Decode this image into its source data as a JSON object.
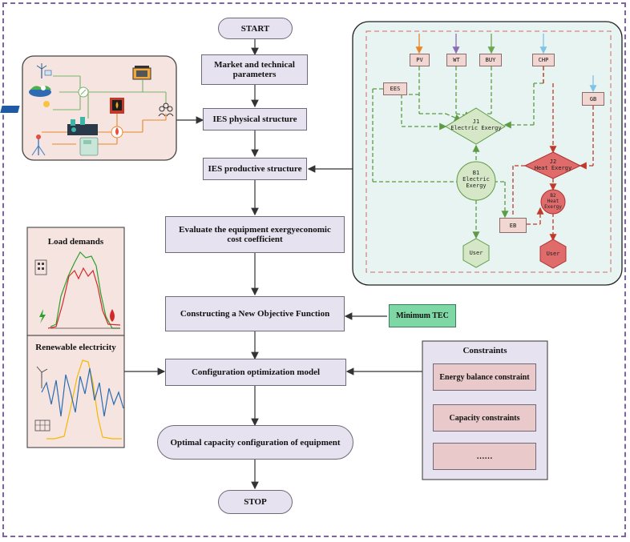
{
  "flow": {
    "start": "START",
    "market": "Market and technical parameters",
    "physical": "IES physical structure",
    "productive": "IES productive structure",
    "evaluate": "Evaluate the equipment exergyeconomic cost coefficient",
    "objective": "Constructing a New Objective Function",
    "config": "Configuration optimization model",
    "optimal": "Optimal capacity configuration of equipment",
    "stop": "STOP"
  },
  "min_tec": "Minimum TEC",
  "constraints": {
    "title": "Constraints",
    "items": [
      "Energy balance constraint",
      "Capacity constraints",
      "……"
    ]
  },
  "load_panel": {
    "title": "Load demands",
    "renewable_title": "Renewable electricity"
  },
  "exergy": {
    "sources": [
      "PV",
      "WT",
      "BUY",
      "CHP"
    ],
    "ees": "EES",
    "gb": "GB",
    "eb": "EB",
    "j1": "J1\nElectric Exergy",
    "j2": "J2\nHeat Exergy",
    "b1": "B1\nElectric\nExergy",
    "b2": "B2\nHeat\nExergy",
    "user_e": "User",
    "user_h": "User"
  },
  "colors": {
    "flow_box": "#e6e2ef",
    "mint": "#7ed8a6",
    "panel_pink": "#f6e4e0",
    "panel_teal": "#e7f4f2",
    "electric_green": "#5e9b45",
    "heat_red": "#c0392b"
  },
  "icons": [
    "wind-turbine-icon",
    "solar-panel-icon",
    "inverter-icon",
    "battery-icon",
    "boiler-icon",
    "chp-icon",
    "gas-icon",
    "users-icon",
    "lightning-icon",
    "flame-icon",
    "building-icon"
  ]
}
